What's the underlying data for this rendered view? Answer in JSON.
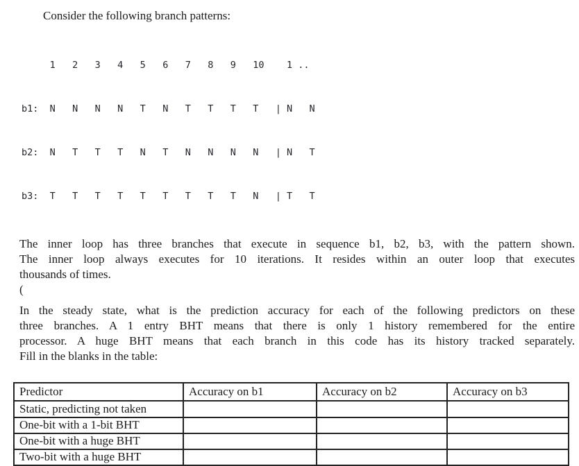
{
  "title": "Consider the following branch patterns:",
  "pattern_block": {
    "lines": [
      "     1   2   3   4   5   6   7   8   9   10    1 ..",
      "b1:  N   N   N   N   T   N   T   T   T   T   | N   N",
      "b2:  N   T   T   T   N   T   N   N   N   N   | N   T",
      "b3:  T   T   T   T   T   T   T   T   T   N   | T   T"
    ]
  },
  "paragraph1": {
    "lines": [
      "The inner loop has three branches that execute in sequence b1, b2, b3, with the pattern shown.",
      "The inner loop always executes for 10 iterations. It resides within an outer loop that executes",
      "thousands of times.",
      "("
    ]
  },
  "paragraph2": {
    "lines": [
      "In the steady state, what is the prediction accuracy for each of the following predictors on these",
      "three branches. A 1 entry BHT means that there is only 1 history remembered for the entire",
      "processor. A huge BHT means that each branch in this code has its history tracked separately.",
      "Fill in the blanks in the table:"
    ]
  },
  "answer_table": {
    "headers": [
      "Predictor",
      "Accuracy on b1",
      "Accuracy on b2",
      "Accuracy on b3"
    ],
    "rows": [
      {
        "predictor": "Static, predicting not taken",
        "b1": "",
        "b2": "",
        "b3": ""
      },
      {
        "predictor": "One-bit with a 1-bit BHT",
        "b1": "",
        "b2": "",
        "b3": ""
      },
      {
        "predictor": "One-bit with a huge BHT",
        "b1": "",
        "b2": "",
        "b3": ""
      },
      {
        "predictor": "Two-bit with a huge BHT",
        "b1": "",
        "b2": "",
        "b3": ""
      }
    ]
  },
  "colors": {
    "text": "#1b1b1b",
    "table_border": "#222222",
    "background": "#ffffff"
  }
}
